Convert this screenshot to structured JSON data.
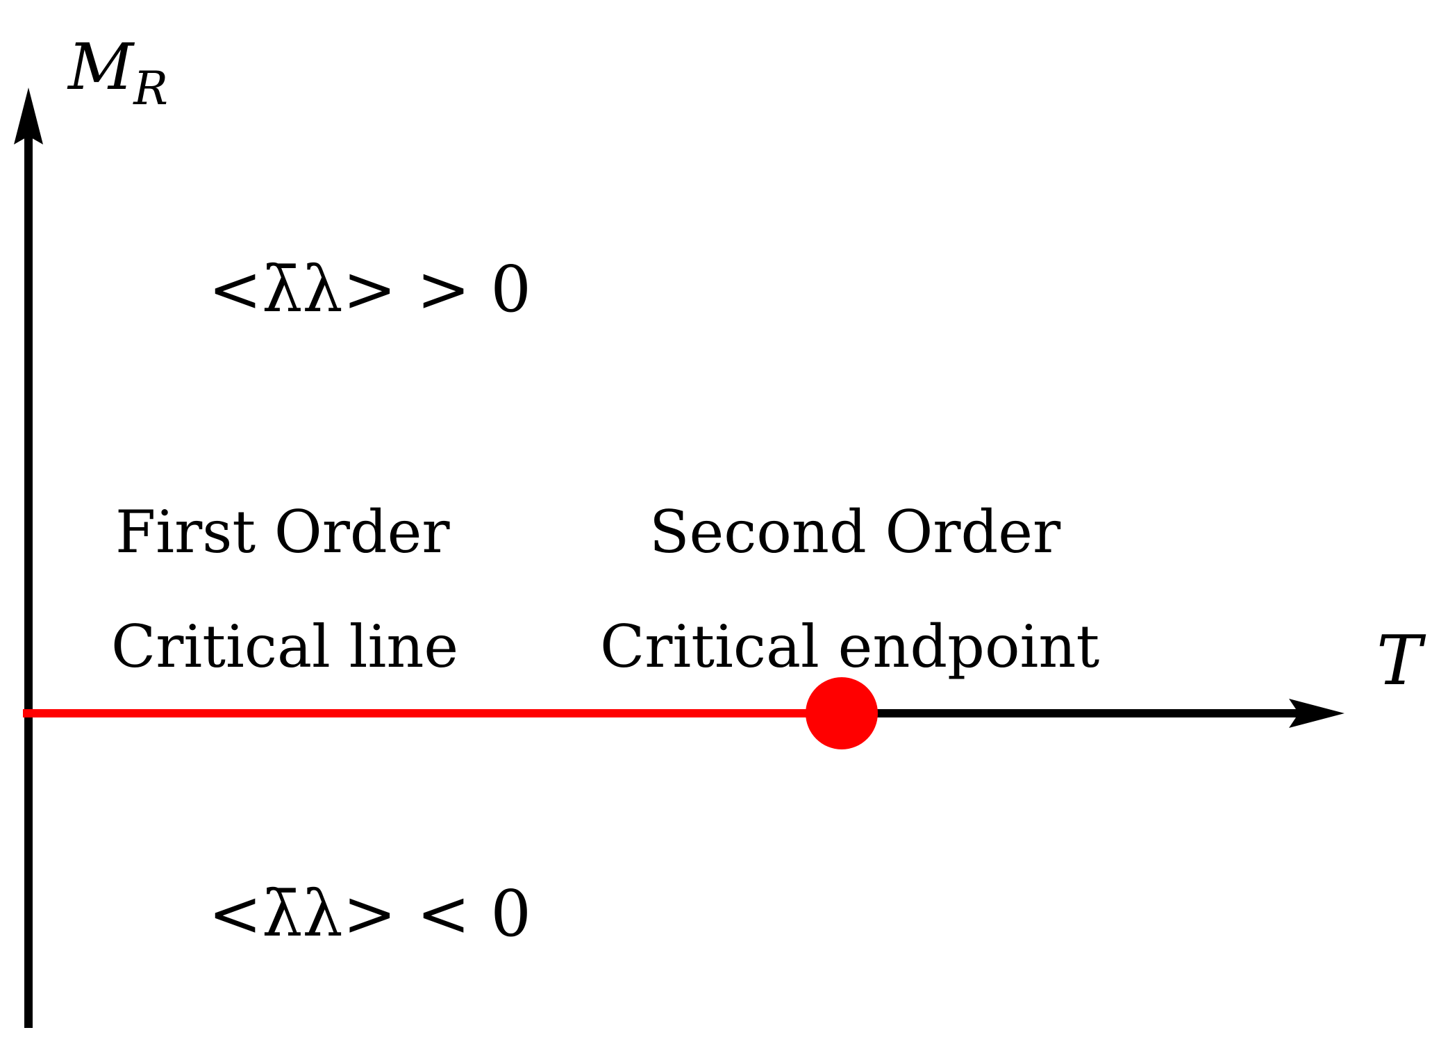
{
  "axes": {
    "y_label_main": "M",
    "y_label_sub": "R",
    "x_label": "T"
  },
  "regions": {
    "upper_condition": "<λ̄λ> > 0",
    "lower_condition": "<λ̄λ> < 0"
  },
  "labels": {
    "first_order_line1": "First Order",
    "first_order_line2": "Critical line",
    "second_order_line1": "Second Order",
    "second_order_line2": "Critical endpoint"
  },
  "colors": {
    "axis": "#000000",
    "critical_line": "#ff0000",
    "endpoint": "#ff0000",
    "text": "#000000"
  }
}
